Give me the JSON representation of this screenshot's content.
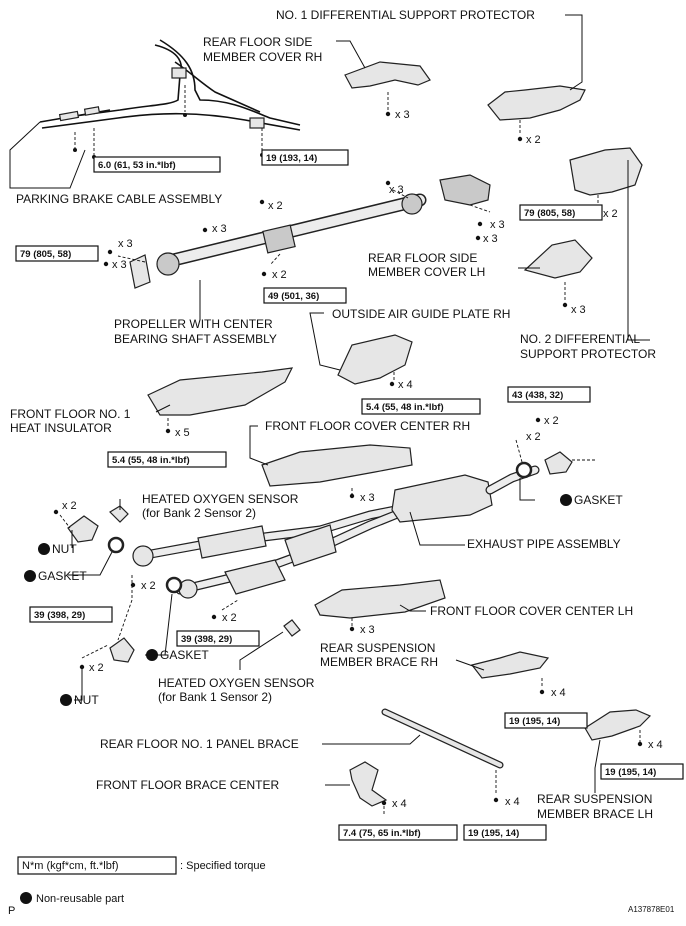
{
  "parts": {
    "no1_diff_protector": "NO. 1 DIFFERENTIAL SUPPORT PROTECTOR",
    "rear_floor_side_cover_rh": [
      "REAR FLOOR SIDE",
      "MEMBER COVER RH"
    ],
    "parking_brake_cable": "PARKING BRAKE CABLE ASSEMBLY",
    "rear_floor_side_cover_lh": [
      "REAR FLOOR SIDE",
      "MEMBER COVER LH"
    ],
    "propeller_shaft": [
      "PROPELLER WITH CENTER",
      "BEARING SHAFT ASSEMBLY"
    ],
    "outside_air_guide_rh": "OUTSIDE AIR GUIDE PLATE RH",
    "no2_diff_protector": [
      "NO. 2 DIFFERENTIAL",
      "SUPPORT PROTECTOR"
    ],
    "front_floor_heat_insulator": [
      "FRONT FLOOR NO. 1",
      "HEAT INSULATOR"
    ],
    "front_floor_cover_center_rh": "FRONT FLOOR COVER CENTER RH",
    "heated_o2_bank2": [
      "HEATED OXYGEN SENSOR",
      "(for Bank 2 Sensor 2)"
    ],
    "gasket": "GASKET",
    "nut": "NUT",
    "exhaust_pipe": "EXHAUST PIPE ASSEMBLY",
    "front_floor_cover_center_lh": "FRONT FLOOR COVER CENTER LH",
    "rear_susp_brace_rh": [
      "REAR SUSPENSION",
      "MEMBER BRACE RH"
    ],
    "heated_o2_bank1": [
      "HEATED OXYGEN SENSOR",
      "(for Bank 1 Sensor 2)"
    ],
    "rear_floor_panel_brace": "REAR FLOOR NO. 1 PANEL BRACE",
    "front_floor_brace_center": "FRONT FLOOR BRACE CENTER",
    "rear_susp_brace_lh": [
      "REAR SUSPENSION",
      "MEMBER BRACE LH"
    ]
  },
  "torques": {
    "t_6_0": "6.0 (61, 53 in.*lbf)",
    "t_19_193": "19 (193, 14)",
    "t_79": "79 (805, 58)",
    "t_49": "49 (501, 36)",
    "t_5_4": "5.4 (55, 48 in.*lbf)",
    "t_43": "43 (438, 32)",
    "t_39": "39 (398, 29)",
    "t_19_195": "19 (195, 14)",
    "t_7_4": "7.4 (75, 65 in.*lbf)"
  },
  "qty": {
    "x2": "x 2",
    "x3": "x 3",
    "x4": "x 4",
    "x5": "x 5"
  },
  "legend": {
    "unit": "N*m (kgf*cm, ft.*lbf)",
    "torque_text": ": Specified torque",
    "nonreusable": "Non-reusable part"
  },
  "corner": {
    "left": "P",
    "right": "A137878E01"
  }
}
